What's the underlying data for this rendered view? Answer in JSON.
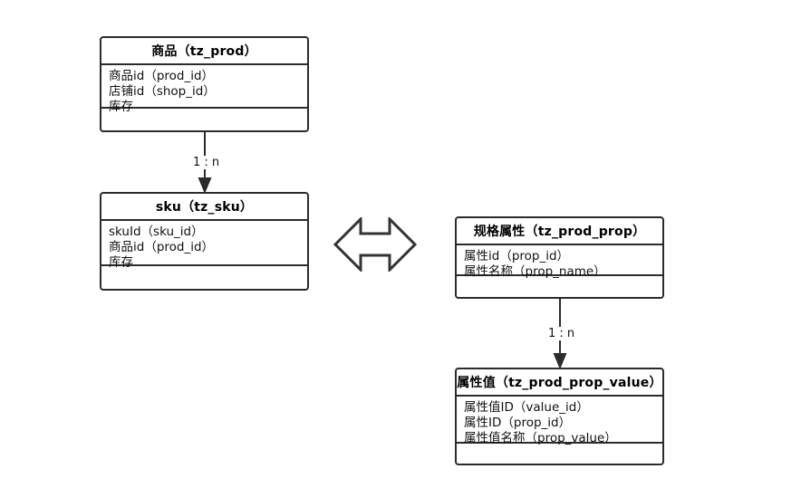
{
  "diagram": {
    "type": "entity-relationship-diagram",
    "background_color": "#ffffff",
    "line_color": "#2b2b2b",
    "text_color": "#111111"
  },
  "entities": [
    {
      "id": "tz_prod",
      "title": "商品（tz_prod）",
      "title_cn": "商品",
      "table_name": "tz_prod",
      "fields": [
        "商品id（prod_id）",
        "店铺id（shop_id）",
        "库存"
      ],
      "footer": ""
    },
    {
      "id": "tz_sku",
      "title": "sku（tz_sku）",
      "title_cn": "sku",
      "table_name": "tz_sku",
      "fields": [
        "skuId（sku_id）",
        "商品id（prod_id）",
        "库存"
      ],
      "footer": ""
    },
    {
      "id": "tz_prod_prop",
      "title": "规格属性（tz_prod_prop）",
      "title_cn": "规格属性",
      "table_name": "tz_prod_prop",
      "fields": [
        "属性id（prop_id）",
        "属性名称（prop_name）"
      ],
      "footer": ""
    },
    {
      "id": "tz_prod_prop_value",
      "title": "属性值（tz_prod_prop_value）",
      "title_cn": "属性值",
      "table_name": "tz_prod_prop_value",
      "fields": [
        "属性值ID（value_id）",
        "属性ID（prop_id）",
        "属性值名称（prop_value）"
      ],
      "footer": ""
    }
  ],
  "relationships": [
    {
      "id": "prod-to-sku",
      "from": "tz_prod",
      "to": "tz_sku",
      "label": "1 : n",
      "style": "arrow-down"
    },
    {
      "id": "prop-to-prop-value",
      "from": "tz_prod_prop",
      "to": "tz_prod_prop_value",
      "label": "1 : n",
      "style": "arrow-down"
    },
    {
      "id": "sku-to-prop",
      "from": "tz_sku",
      "to": "tz_prod_prop",
      "label": "",
      "style": "double-headed-block-arrow"
    }
  ]
}
